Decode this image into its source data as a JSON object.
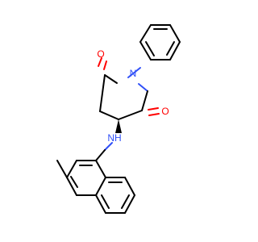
{
  "molecule": {
    "atom_labels": {
      "ring_nitrogen": "N",
      "carbonyl_oxygen_top": "O",
      "carbonyl_oxygen_right": "O",
      "amine": "NH"
    },
    "colors": {
      "bond": "#000000",
      "oxygen": "#ff0000",
      "nitrogen": "#3050f8",
      "background": "#ffffff"
    }
  }
}
